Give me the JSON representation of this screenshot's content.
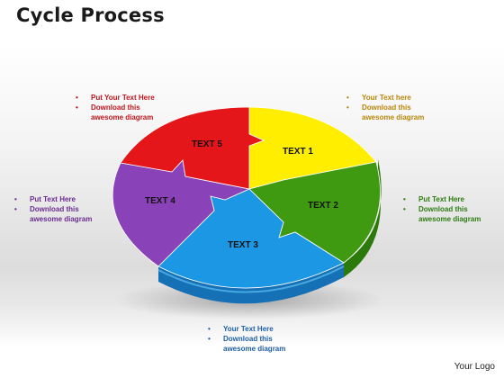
{
  "title": "Cycle Process",
  "segments": [
    {
      "id": "text1",
      "label": "TEXT 1",
      "color": "#ffee00"
    },
    {
      "id": "text2",
      "label": "TEXT 2",
      "color": "#3f9a12"
    },
    {
      "id": "text3",
      "label": "TEXT 3",
      "color": "#1b97e3"
    },
    {
      "id": "text4",
      "label": "TEXT 4",
      "color": "#8a42b8"
    },
    {
      "id": "text5",
      "label": "TEXT 5",
      "color": "#e4161a"
    }
  ],
  "callouts": {
    "red": {
      "line1": "Put Your Text Here",
      "line2": "Download this awesome diagram",
      "color": "#c0161d"
    },
    "yellow": {
      "line1": "Your Text  here",
      "line2": "Download this awesome diagram",
      "color": "#b8860b"
    },
    "purple": {
      "line1": "Put Text Here",
      "line2": "Download this awesome diagram",
      "color": "#6a2c8f"
    },
    "green": {
      "line1": "Put Text  Here",
      "line2": "Download this awesome diagram",
      "color": "#2e7d12"
    },
    "blue": {
      "line1": "Your Text Here",
      "line2": "Download this awesome diagram",
      "color": "#1f5fa8"
    }
  },
  "logo": "Your Logo"
}
